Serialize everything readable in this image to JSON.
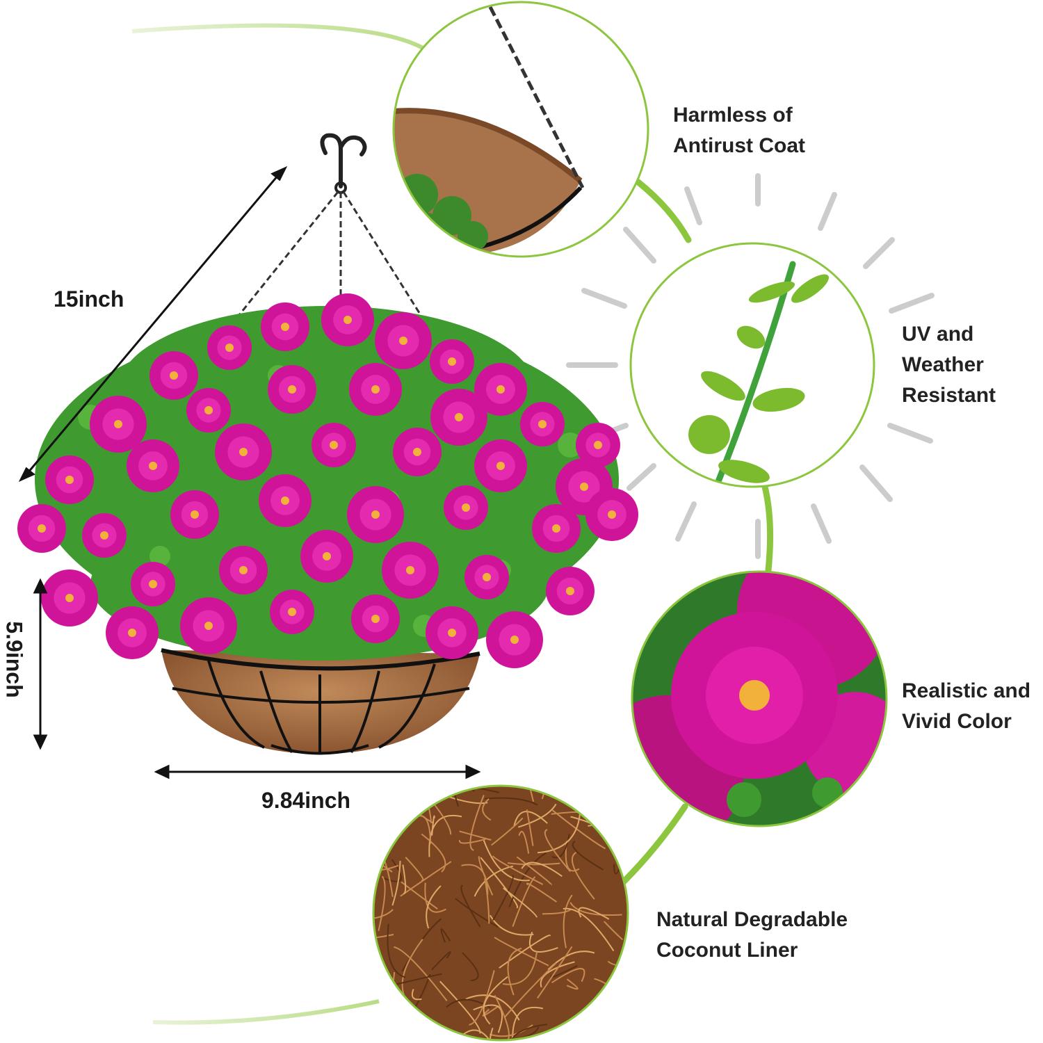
{
  "dimensions": {
    "diagonal": "15inch",
    "height": "5.9inch",
    "width": "9.84inch"
  },
  "features": [
    {
      "line1": "Harmless of",
      "line2": "Antirust Coat"
    },
    {
      "line1": "UV and",
      "line2": "Weather",
      "line3": "Resistant"
    },
    {
      "line1": "Realistic and",
      "line2": "Vivid Color"
    },
    {
      "line1": "Natural Degradable",
      "line2": "Coconut Liner"
    }
  ],
  "colors": {
    "flower": "#d0149a",
    "flower_center": "#f2b13a",
    "leaf": "#3f9a2f",
    "coir": "#a66a3c",
    "connector": "#8cc63f",
    "sunburst": "#cccccc",
    "text": "#222222"
  }
}
